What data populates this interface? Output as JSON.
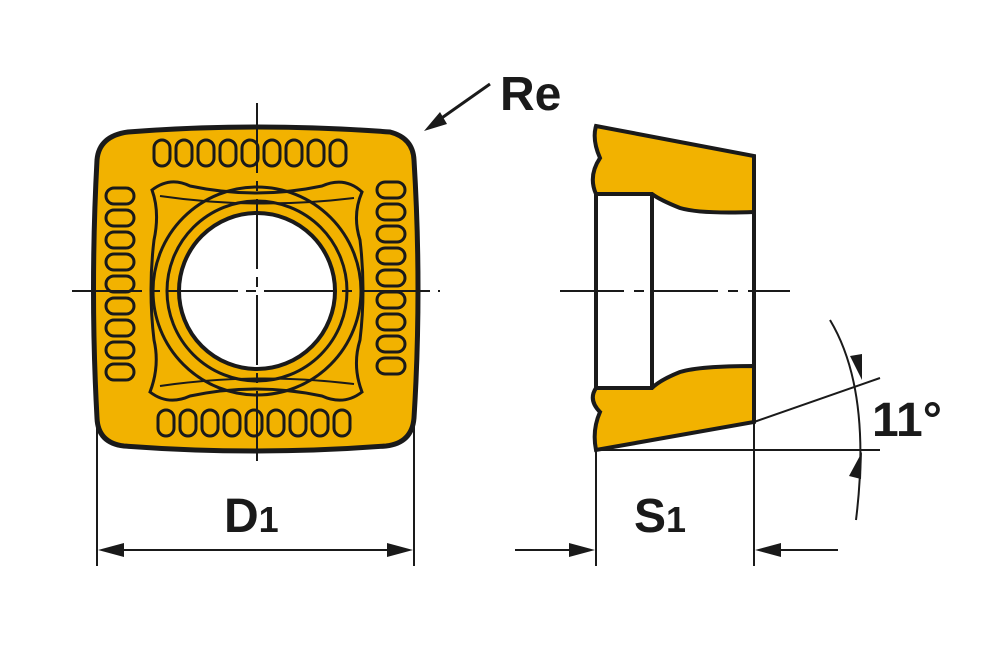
{
  "labels": {
    "corner_radius": "Re",
    "diameter_main": "D",
    "diameter_sub": "1",
    "thickness_main": "S",
    "thickness_sub": "1",
    "angle": "11°"
  },
  "colors": {
    "insert_fill": "#f2b200",
    "outline": "#1a1a1a",
    "background": "#ffffff"
  }
}
